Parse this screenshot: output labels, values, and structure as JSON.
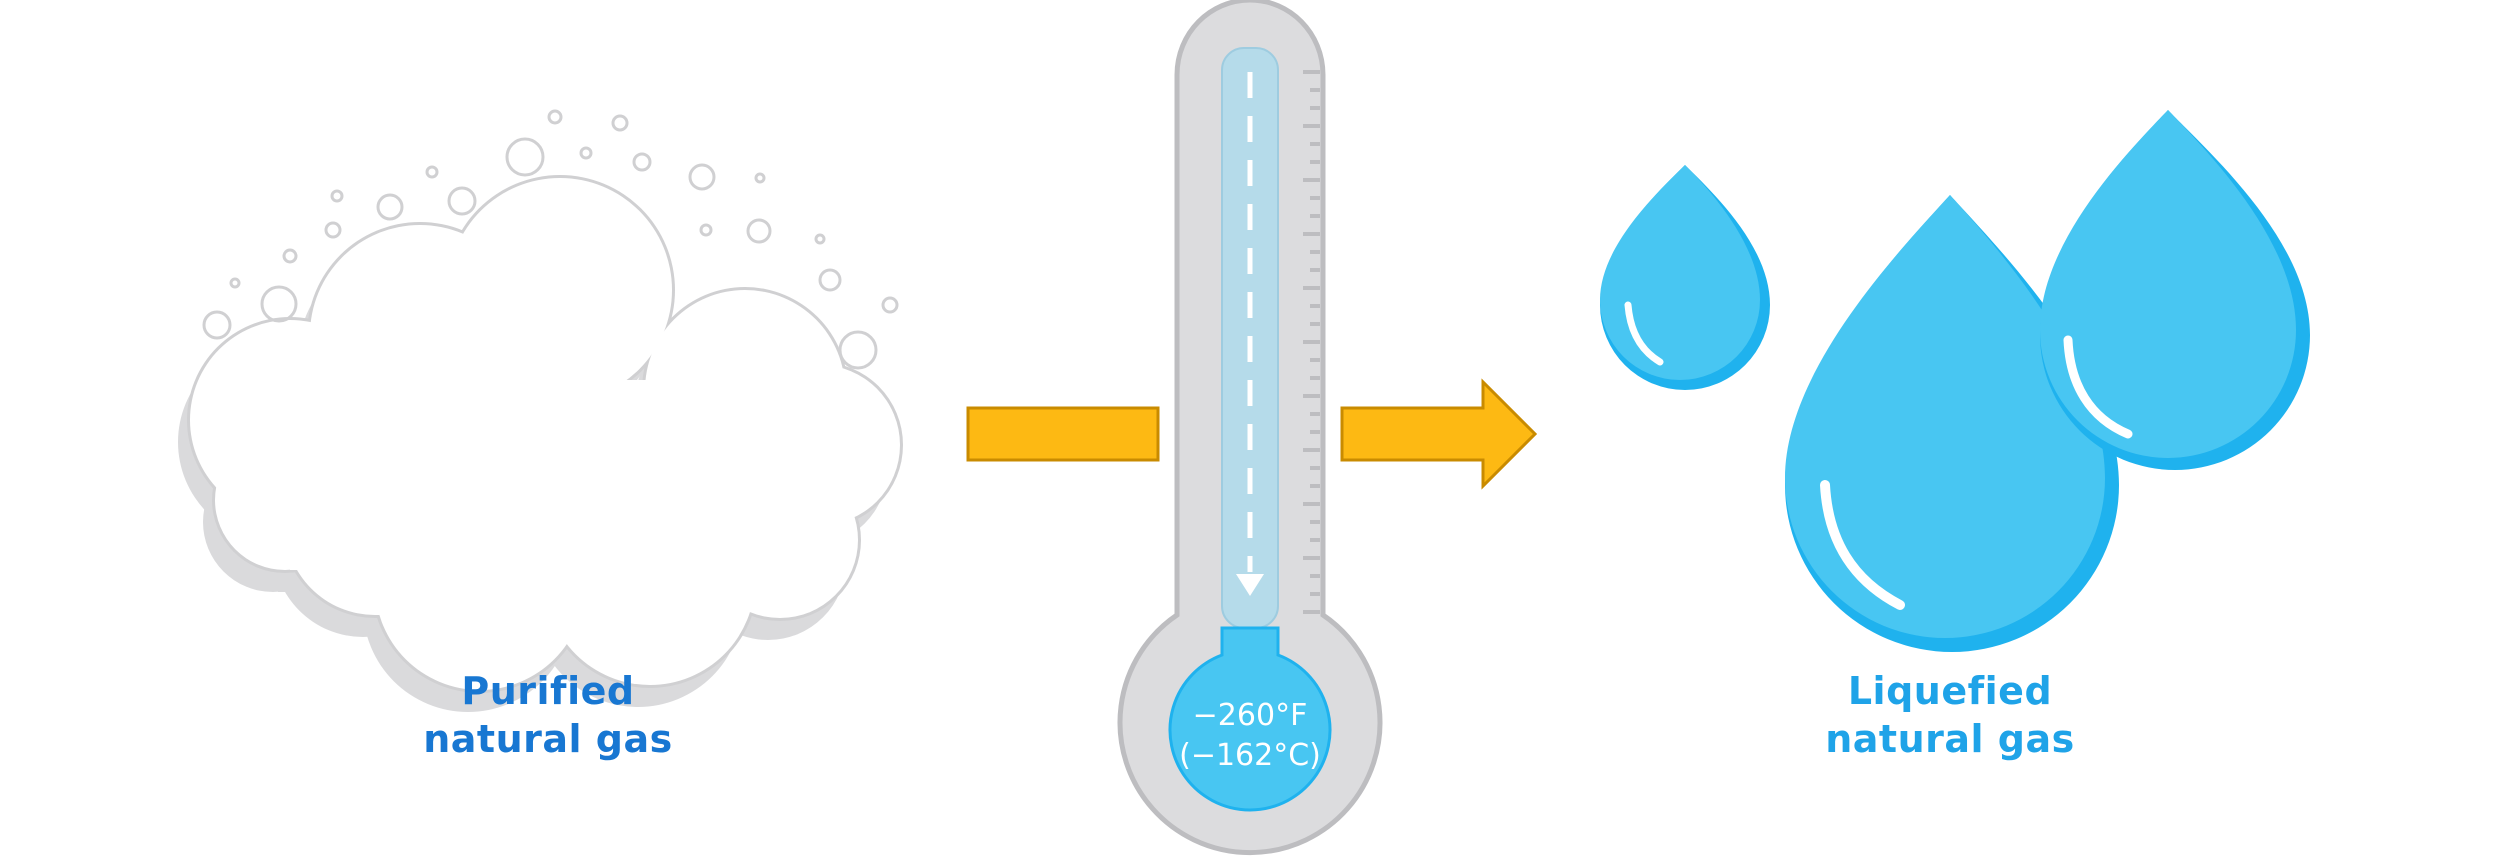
{
  "colors": {
    "blue_text": "#1877d2",
    "water_blue": "#48c6f2",
    "water_shadow": "#1fb2ee",
    "arrow_fill": "#fdb913",
    "arrow_stroke": "#c98b00",
    "thermo_gray": "#dcdcde",
    "thermo_outline": "#bdbdc0",
    "tube_fill": "#b5dbea",
    "cloud_shadow": "#dadadc",
    "cloud_outline": "#d0d0d2"
  },
  "input": {
    "label_line1": "Purified",
    "label_line2": "natural gas",
    "icon": "cloud-with-bubbles"
  },
  "process": {
    "icon": "thermometer",
    "temp_f": "−260°F",
    "temp_c": "(−162°C)"
  },
  "output": {
    "label_line1": "Liquefied",
    "label_line2": "natural gas",
    "icon": "water-drops"
  }
}
